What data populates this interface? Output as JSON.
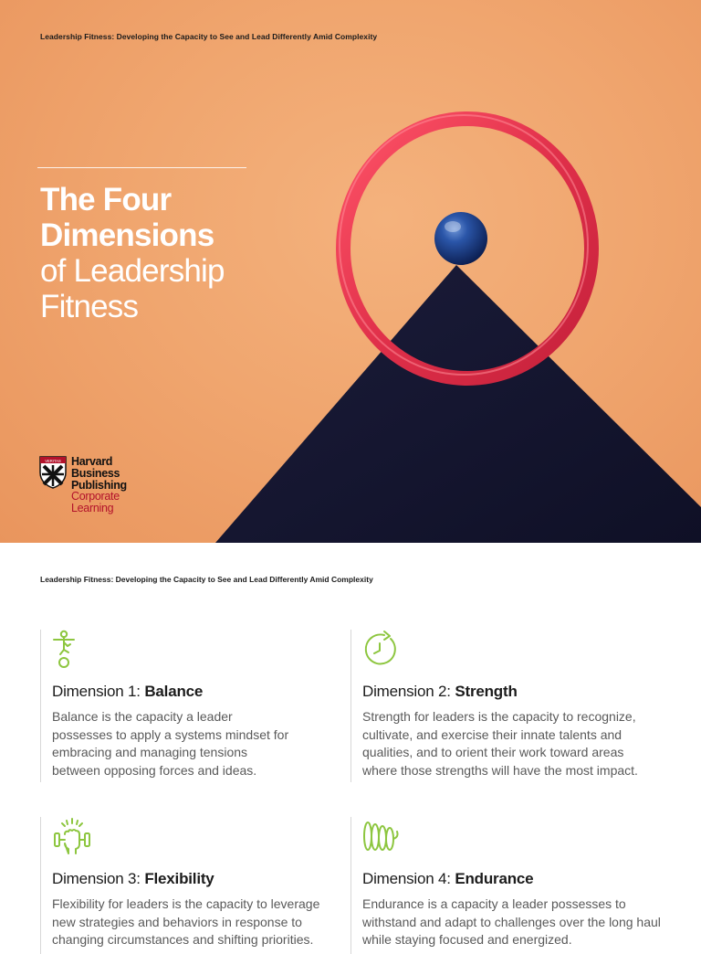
{
  "cover": {
    "header": "Leadership Fitness: Developing the Capacity to See and Lead Differently Amid Complexity",
    "title_bold_1": "The Four",
    "title_bold_2": "Dimensions",
    "title_light_1": "of Leadership",
    "title_light_2": "Fitness",
    "logo": {
      "line1": "Harvard",
      "line2": "Business",
      "line3": "Publishing",
      "line4": "Corporate",
      "line5": "Learning",
      "shield_text": "VERITAS"
    },
    "colors": {
      "background": "#f0a66f",
      "ring": "#e23a4f",
      "ball": "#1d3f8a",
      "triangle": "#14152e"
    }
  },
  "page2": {
    "header": "Leadership Fitness: Developing the Capacity to See and Lead Differently Amid Complexity",
    "accent_color": "#8dc63f",
    "dimensions": [
      {
        "icon": "balance-figure-icon",
        "prefix": "Dimension 1: ",
        "name": "Balance",
        "text": "Balance is the capacity a leader possesses to apply a systems mindset for embracing and managing tensions between opposing forces and ideas."
      },
      {
        "icon": "clock-arrow-icon",
        "prefix": "Dimension 2: ",
        "name": "Strength",
        "text": "Strength for leaders is the capacity to recognize, cultivate, and exercise their innate talents and qualities, and to orient their work toward areas where those strengths will have the most impact."
      },
      {
        "icon": "fist-dumbbell-icon",
        "prefix": "Dimension 3: ",
        "name": "Flexibility",
        "text": "Flexibility for leaders is the capacity to leverage new strategies and behaviors in response to changing circumstances and shifting priorities."
      },
      {
        "icon": "speed-lines-icon",
        "prefix": "Dimension 4: ",
        "name": "Endurance",
        "text": "Endurance is a capacity a leader possesses to withstand and adapt to challenges over the long haul while staying focused and energized."
      }
    ]
  }
}
